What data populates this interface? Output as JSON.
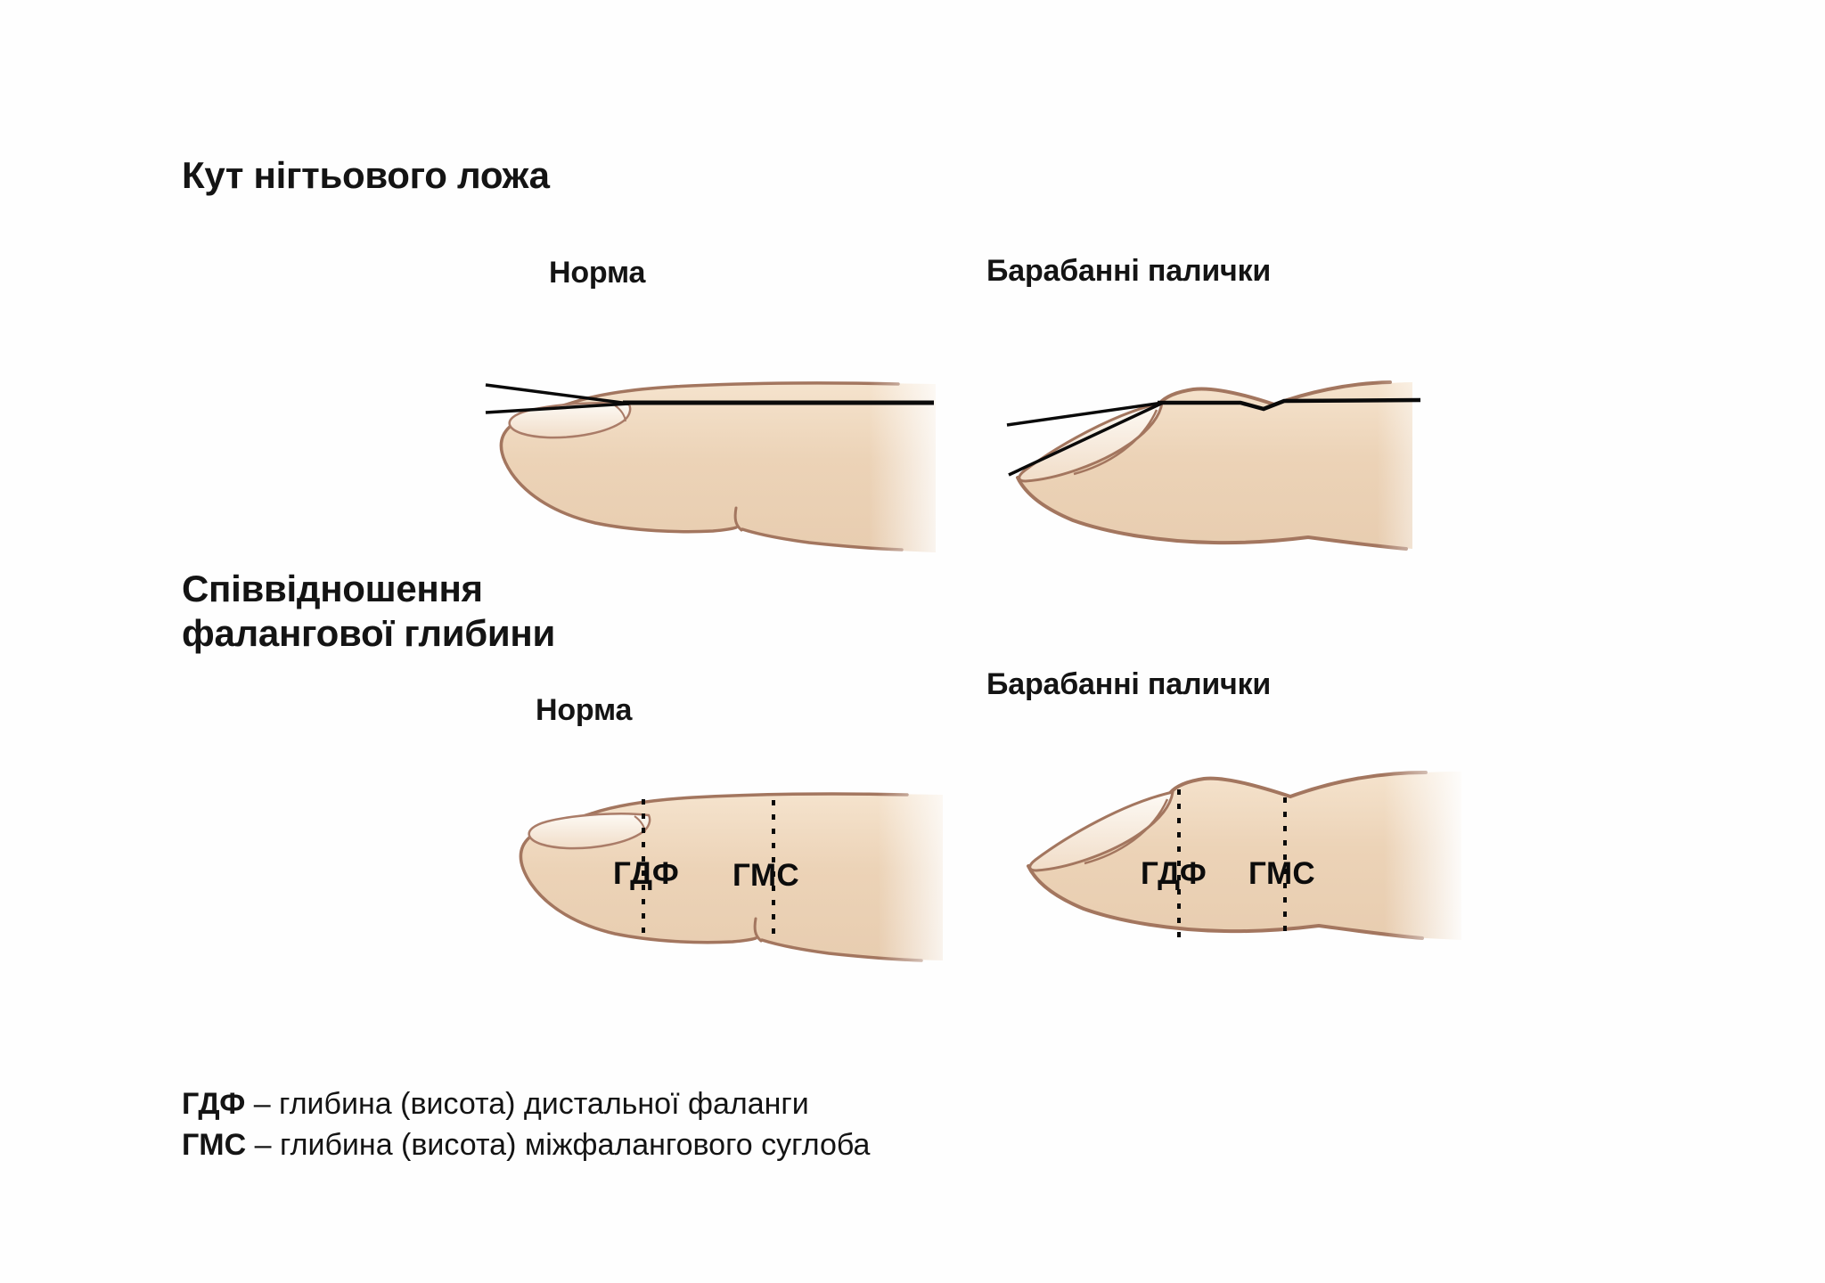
{
  "sections": {
    "nail_bed_angle": {
      "title": "Кут нігтьового ложа",
      "normal_label": "Норма",
      "clubbing_label": "Барабанні палички"
    },
    "phalangeal_depth": {
      "title_line1": "Співвідношення",
      "title_line2": "фалангової глибини",
      "normal_label": "Норма",
      "clubbing_label": "Барабанні палички"
    }
  },
  "annotations": {
    "gdf": "ГДФ",
    "gms": "ГМС"
  },
  "legend": {
    "items": [
      {
        "term": "ГДФ",
        "description": "– глибина (висота) дистальної фаланги"
      },
      {
        "term": "ГМС",
        "description": "– глибина (висота) міжфалангового суглоба"
      }
    ]
  },
  "colors": {
    "background": "#fefefe",
    "text": "#141414",
    "skin": "#ecd3b7",
    "skin_outline": "#a3765f",
    "nail": "#f7ecdd",
    "measure_line": "#0a0a0a"
  }
}
